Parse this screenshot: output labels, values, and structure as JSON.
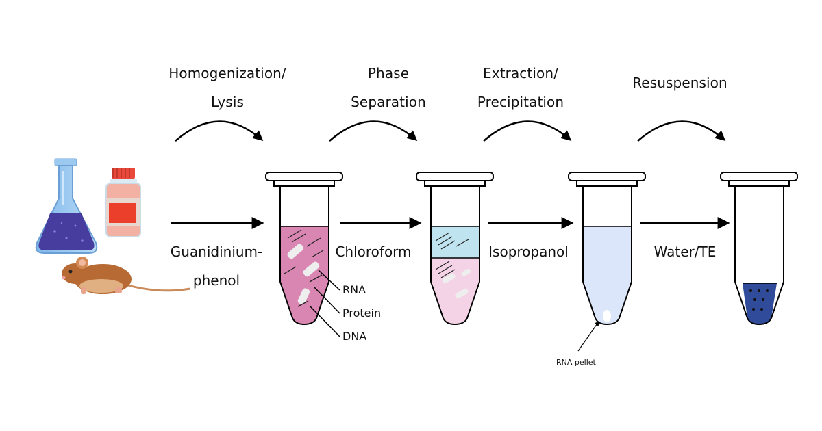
{
  "steps": [
    {
      "line1": "Homogenization/",
      "line2": "Lysis"
    },
    {
      "line1": "Phase",
      "line2": "Separation"
    },
    {
      "line1": "Extraction/",
      "line2": "Precipitation"
    },
    {
      "line1": "Resuspension",
      "line2": ""
    }
  ],
  "reagents": {
    "guanidinium_line1": "Guanidinium-",
    "guanidinium_line2": "phenol",
    "chloroform": "Chloroform",
    "isopropanol": "Isopropanol",
    "water_te": "Water/TE"
  },
  "callouts": {
    "rna": "RNA",
    "protein": "Protein",
    "dna": "DNA",
    "rna_pellet": "RNA pellet"
  },
  "colors": {
    "lysate": "#d987b2",
    "aqueous_phase": "#bfe3ef",
    "organic_phase": "#f5d3e6",
    "supernatant": "#dbe6fb",
    "resuspended_rna": "#2f4b9a",
    "flask_liquid": "#463d9e"
  },
  "icons": [
    "flask-icon",
    "reagent-bottle-icon",
    "mouse-icon"
  ]
}
